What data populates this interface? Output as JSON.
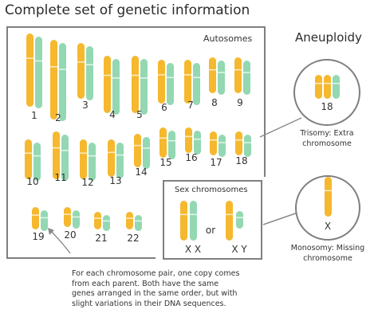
{
  "title": "Complete set of genetic information",
  "aneuploidy_title": "Aneuploidy",
  "autosomes_label": "Autosomes",
  "sex_label": "Sex chromosomes",
  "autosome_numbers": [
    "1",
    "2",
    "3",
    "4",
    "5",
    "6",
    "7",
    "8",
    "9",
    "10",
    "11",
    "12",
    "13",
    "14",
    "15",
    "16",
    "17",
    "18",
    "19",
    "20",
    "21",
    "22"
  ],
  "sex_xx": "X X",
  "sex_or": "or",
  "sex_xy": "X Y",
  "trisomy": {
    "number": "18",
    "caption_line1": "Trisomy: Extra",
    "caption_line2": "chromosome"
  },
  "monosomy": {
    "letter": "X",
    "caption_line1": "Monosomy: Missing",
    "caption_line2": "chromosome"
  },
  "note_lines": [
    "For each chromosome pair, one copy comes",
    "from each parent. Both have the same",
    "genes arranged in the same order, but with",
    "slight variations in their DNA sequences."
  ],
  "colors": {
    "maternal": "#f5b82e",
    "paternal": "#93d8b2",
    "border": "#7f7f7f"
  }
}
